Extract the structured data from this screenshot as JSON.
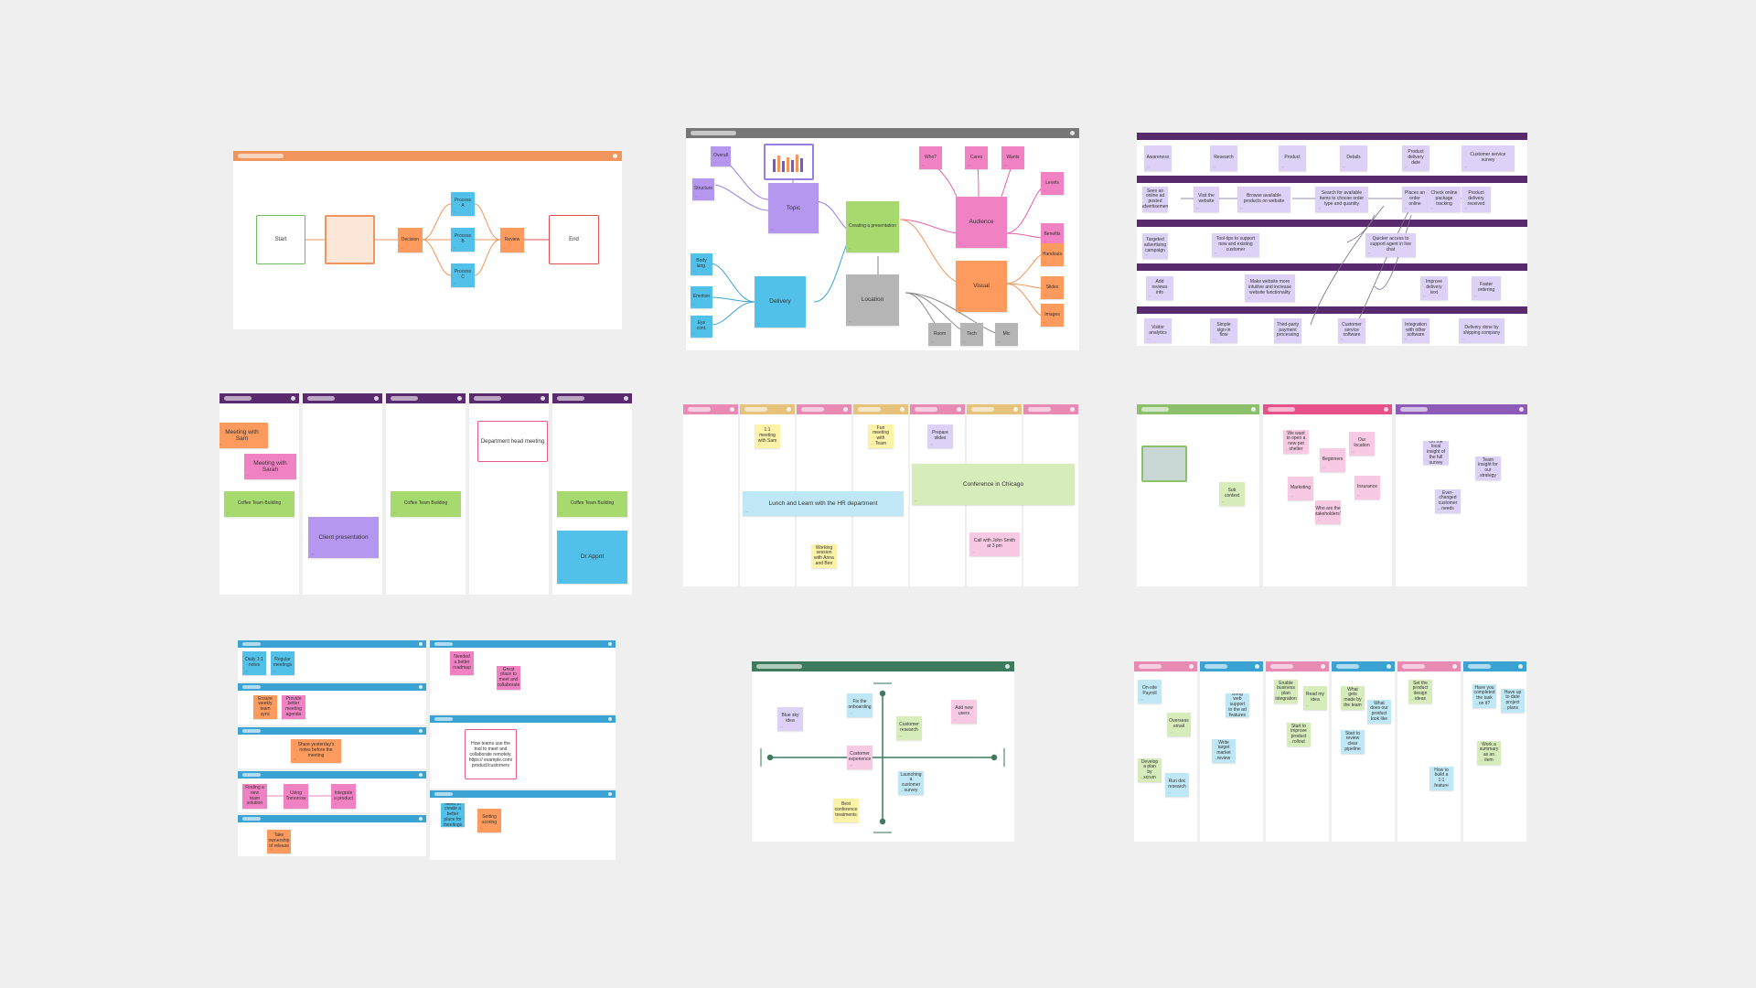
{
  "colors": {
    "orange": "#f0965c",
    "purple_dark": "#5a2a6e",
    "pink": "#e98ab5",
    "teal": "#3aa3d4",
    "green_dark": "#3d7a5e",
    "gray": "#777777"
  },
  "flowchart": {
    "start": "Start",
    "decision": "Decision",
    "process_a": "Process A",
    "process_b": "Process B",
    "process_c": "Process C",
    "review": "Review",
    "end": "End"
  },
  "mindmap": {
    "topic": "Topic",
    "creating": "Creating a presentation",
    "audience": "Audience",
    "delivery": "Delivery",
    "location": "Location",
    "visual": "Visual",
    "overall": "Overall",
    "structure": "Structure",
    "who": "Who?",
    "cares": "Cares",
    "wants": "Wants",
    "levels": "Levels",
    "benefits": "Benefits",
    "handouts": "Handouts",
    "slides": "Slides",
    "images": "Images",
    "body_lang": "Body lang.",
    "emotion": "Emotion",
    "eye_contact": "Eye cont.",
    "room": "Room",
    "tech": "Tech",
    "mic": "Mic"
  },
  "journey": {
    "stages": [
      "Awareness",
      "Research",
      "Product",
      "Details",
      "Product delivery date",
      "Customer service survey"
    ],
    "actions": [
      "Sees an online ad posted advertisement",
      "Visit the website",
      "Browse available products on website",
      "Search for available items to choose order type and quantity",
      "Places an order online",
      "Check online package tracking",
      "Product delivery received"
    ],
    "row3": [
      "Targeted advertising campaign",
      "Tool-tips to support new and existing customer",
      "Quicker access to support agent in live chat"
    ],
    "row4": [
      "Add reviews info",
      "Make website more intuitive and increase website functionality",
      "Improve delivery text",
      "Faster ordering"
    ],
    "row5": [
      "Visitor analytics",
      "Simple sign-in flow",
      "Third-party payment processing",
      "Customer service software",
      "Integration with other software",
      "Delivery done by shipping company"
    ]
  },
  "weekly": {
    "meeting_sam": "Meeting with Sam",
    "meeting_sarah": "Meeting with Sarah",
    "coffee1": "Coffee Team Building",
    "coffee2": "Coffee Team Building",
    "coffee3": "Coffee Team Building",
    "client": "Client presentation",
    "dept": "Department head meeting",
    "dr": "Dr Appnt"
  },
  "calendar": {
    "n1": "1:1 meeting with Sam",
    "n2": "Fun meeting with Team",
    "n3": "Prepare slides",
    "lunch": "Lunch and Learn with the HR department",
    "conf": "Conference in Chicago",
    "n4": "Working session with Anna and Ben",
    "call": "Call with John Smith at 3 pm"
  },
  "brainstorm": {
    "n_result": "Sub context",
    "q1": "We want to open a new pet shelter",
    "q2": "Beginners",
    "q3": "Our location",
    "q4": "Marketing",
    "q5": "Who are the stakeholders?",
    "q6": "Insurance",
    "p1": "On the local insight of the full survey",
    "p2": "Team insight for our strategy",
    "p3": "Ever-changed customer needs"
  },
  "retro": {
    "a1": "Daily 1:1 notes",
    "a2": "Regular meetings",
    "b1": "Ensure weekly team sync",
    "b2": "Provide better meeting agenda",
    "c1": "Share yesterday's notes before the meeting",
    "d1": "Finding a new team solution",
    "d2": "Using Tomorrow",
    "d3": "Integrate a product",
    "e1": "Take ownership of release",
    "f1": "Needed a better roadmap",
    "f2": "Great place to meet and collaborate",
    "quote": "How teams use the tool to meet and collaborate remotely. https:// example.com/ product/customers",
    "g1": "Need to create a better place for meetings",
    "g2": "Setting scoring"
  },
  "matrix": {
    "n1": "Blue sky idea",
    "n2": "Fix the onboarding",
    "n3": "Customer experience",
    "n4": "Add new users",
    "n5": "Customer research",
    "n6": "Launching a customer survey",
    "n7": "Best conference treatments"
  },
  "kanban": {
    "a1": "On-site Payroll",
    "a2": "Overseas email",
    "a3": "Develop a plan by scrum",
    "a4": "Run doc research",
    "b1": "Bring web support to the ad features",
    "b2": "Write target market review",
    "c1": "Enable business plan integration",
    "c2": "Read my idea",
    "c3": "Start to improve product rollout",
    "d1": "What gets made by the team",
    "d2": "What does our product look like",
    "d3": "Start to review clear pipeline",
    "e1": "Set the product design ideas",
    "f1": "Have you completed the task on it?",
    "f2": "Have up to date project plans",
    "f3": "Work a summary as an item",
    "f4": "How to build a 1:1 feature"
  }
}
